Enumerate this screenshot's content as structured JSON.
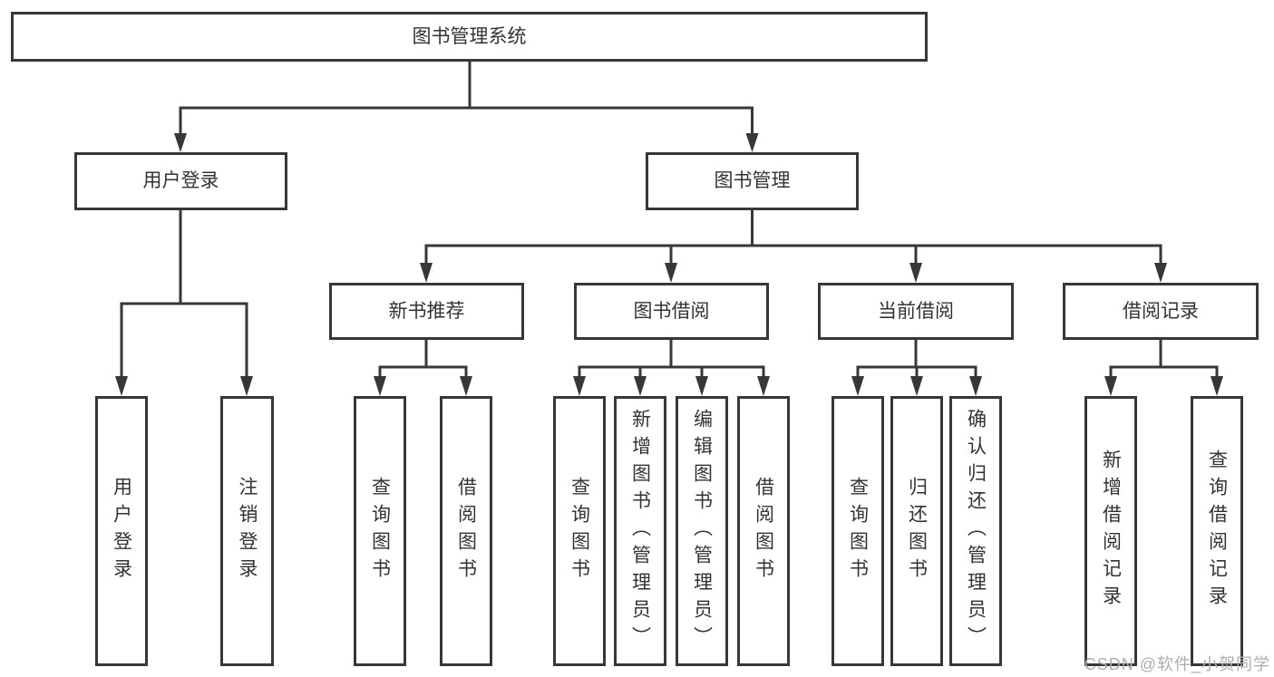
{
  "colors": {
    "line": "#373737",
    "box_border": "#373737",
    "text": "#333333",
    "background": "#ffffff",
    "watermark": "#b5abab"
  },
  "root": {
    "label": "图书管理系统"
  },
  "level2": {
    "login": {
      "label": "用户登录"
    },
    "manage": {
      "label": "图书管理"
    }
  },
  "level3": {
    "recommend": {
      "label": "新书推荐"
    },
    "borrow": {
      "label": "图书借阅"
    },
    "current": {
      "label": "当前借阅"
    },
    "records": {
      "label": "借阅记录"
    }
  },
  "leaves": {
    "login": [
      "用户登录",
      "注销登录"
    ],
    "recommend": [
      "查询图书",
      "借阅图书"
    ],
    "borrow": [
      "查询图书",
      "新增图书（管理员）",
      "编辑图书（管理员）",
      "借阅图书"
    ],
    "current": [
      "查询图书",
      "归还图书",
      "确认归还（管理员）"
    ],
    "records": [
      "新增借阅记录",
      "查询借阅记录"
    ]
  },
  "watermark": {
    "text": "CSDN @软件_小贺同学"
  }
}
